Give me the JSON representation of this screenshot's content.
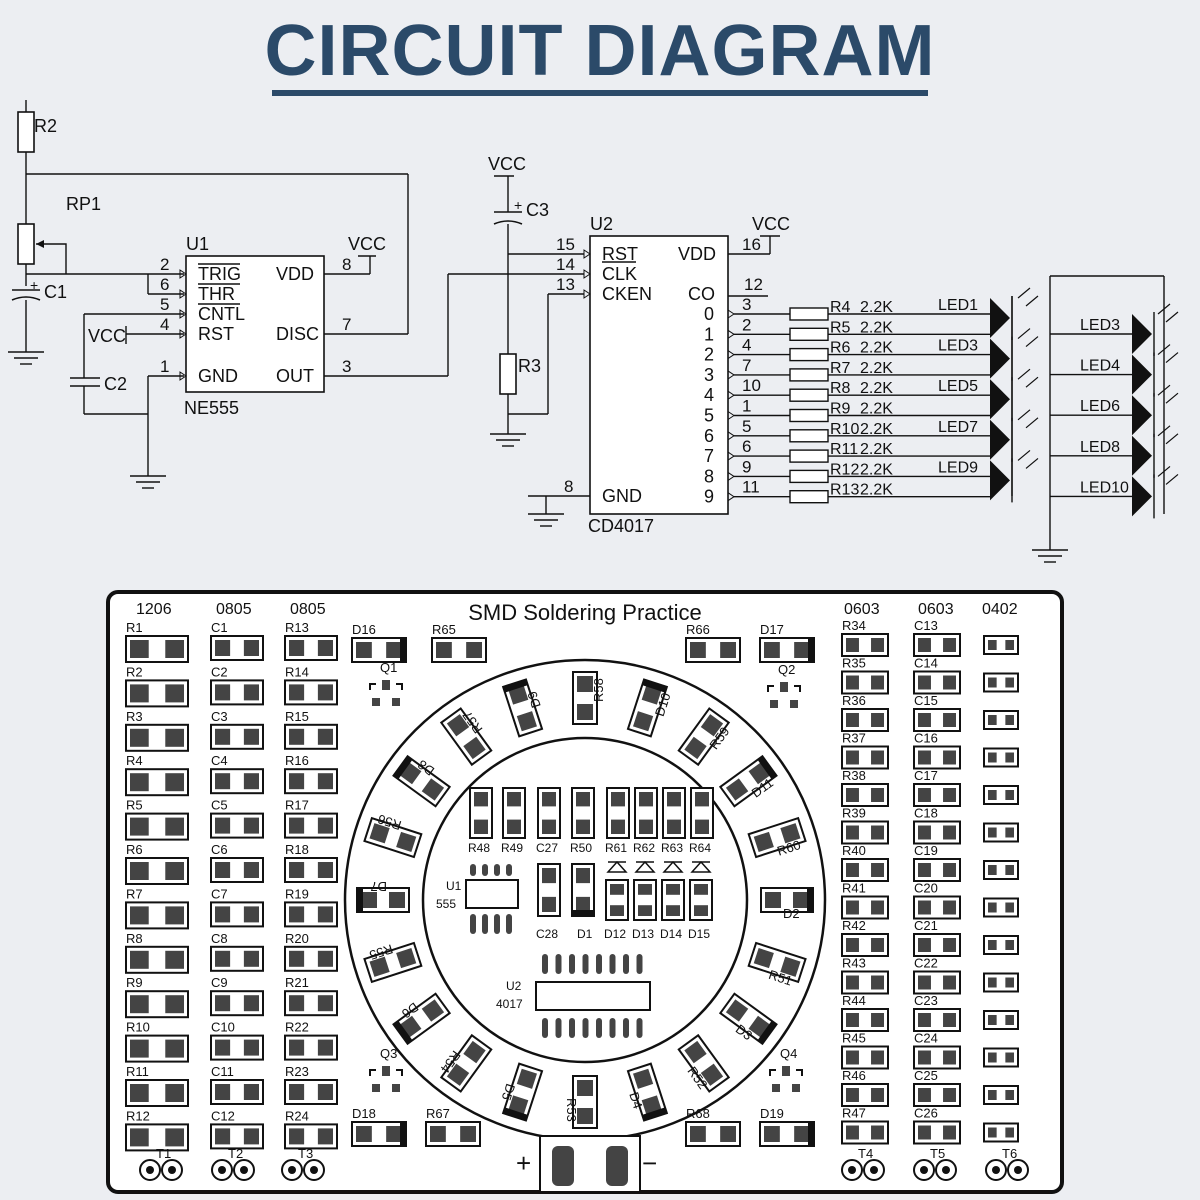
{
  "title": "CIRCUIT DIAGRAM",
  "schematic": {
    "vcc": "VCC",
    "r2": "R2",
    "rp1": "RP1",
    "c1": "C1",
    "c2": "C2",
    "c3": "C3",
    "r3": "R3",
    "plus": "+",
    "u1": {
      "ref": "U1",
      "part": "NE555",
      "left_pins": [
        {
          "num": "2",
          "name": "TRIG"
        },
        {
          "num": "6",
          "name": "THR"
        },
        {
          "num": "5",
          "name": "CNTL"
        },
        {
          "num": "4",
          "name": "RST"
        },
        {
          "num": "1",
          "name": "GND"
        }
      ],
      "right_pins": [
        {
          "num": "8",
          "name": "VDD"
        },
        {
          "num": "7",
          "name": "DISC"
        },
        {
          "num": "3",
          "name": "OUT"
        }
      ]
    },
    "u2": {
      "ref": "U2",
      "part": "CD4017",
      "left_pins": [
        {
          "num": "15",
          "name": "RST"
        },
        {
          "num": "14",
          "name": "CLK"
        },
        {
          "num": "13",
          "name": "CKEN"
        },
        {
          "num": "8",
          "name": "GND"
        }
      ],
      "right_pins": [
        {
          "num": "16",
          "name": "VDD"
        },
        {
          "num": "12",
          "name": "CO"
        }
      ],
      "outputs": [
        {
          "name": "0",
          "pin": "3"
        },
        {
          "name": "1",
          "pin": "2"
        },
        {
          "name": "2",
          "pin": "4"
        },
        {
          "name": "3",
          "pin": "7"
        },
        {
          "name": "4",
          "pin": "10"
        },
        {
          "name": "5",
          "pin": "1"
        },
        {
          "name": "6",
          "pin": "5"
        },
        {
          "name": "7",
          "pin": "6"
        },
        {
          "name": "8",
          "pin": "9"
        },
        {
          "name": "9",
          "pin": "11"
        }
      ]
    },
    "resistors": [
      "R4",
      "R5",
      "R6",
      "R7",
      "R8",
      "R9",
      "R10",
      "R11",
      "R12",
      "R13"
    ],
    "resistor_value": "2.2K",
    "leds_left": [
      "LED1",
      "LED3",
      "LED5",
      "LED7",
      "LED9"
    ],
    "leds_right": [
      "LED3",
      "LED4",
      "LED6",
      "LED8",
      "LED10"
    ]
  },
  "pcb": {
    "title": "SMD  Soldering  Practice",
    "col_headers": [
      "1206",
      "0805",
      "0805",
      "0603",
      "0603",
      "0402"
    ],
    "col1": [
      "R1",
      "R2",
      "R3",
      "R4",
      "R5",
      "R6",
      "R7",
      "R8",
      "R9",
      "R10",
      "R11",
      "R12"
    ],
    "col2": [
      "C1",
      "C2",
      "C3",
      "C4",
      "C5",
      "C6",
      "C7",
      "C8",
      "C9",
      "C10",
      "C11",
      "C12"
    ],
    "col3": [
      "R13",
      "R14",
      "R15",
      "R16",
      "R17",
      "R18",
      "R19",
      "R20",
      "R21",
      "R22",
      "R23",
      "R24"
    ],
    "col4": [
      "R34",
      "R35",
      "R36",
      "R37",
      "R38",
      "R39",
      "R40",
      "R41",
      "R42",
      "R43",
      "R44",
      "R45",
      "R46",
      "R47"
    ],
    "col5": [
      "C13",
      "C14",
      "C15",
      "C16",
      "C17",
      "C18",
      "C19",
      "C20",
      "C21",
      "C22",
      "C23",
      "C24",
      "C25",
      "C26"
    ],
    "top_labels": [
      "D16",
      "R65",
      "R66",
      "D17"
    ],
    "bottom_labels": [
      "D18",
      "R67",
      "R68",
      "D19"
    ],
    "transistors": [
      "Q1",
      "Q2",
      "Q3",
      "Q4"
    ],
    "test_points": [
      "T1",
      "T2",
      "T3",
      "T4",
      "T5",
      "T6"
    ],
    "ring": [
      "R58",
      "D10",
      "R59",
      "D11",
      "R60",
      "D2",
      "R51",
      "D3",
      "R52",
      "D4",
      "R53",
      "D5",
      "R54",
      "D6",
      "R55",
      "D7",
      "R56",
      "D8",
      "R57",
      "D9"
    ],
    "inner_top": [
      "R48",
      "R49",
      "C27",
      "R50",
      "R61",
      "R62",
      "R63",
      "R64"
    ],
    "inner_mid": [
      "C28",
      "D1",
      "D12",
      "D13",
      "D14",
      "D15"
    ],
    "u1": {
      "ref": "U1",
      "part": "555"
    },
    "u2": {
      "ref": "U2",
      "part": "4017"
    },
    "plus": "+",
    "minus": "−"
  }
}
